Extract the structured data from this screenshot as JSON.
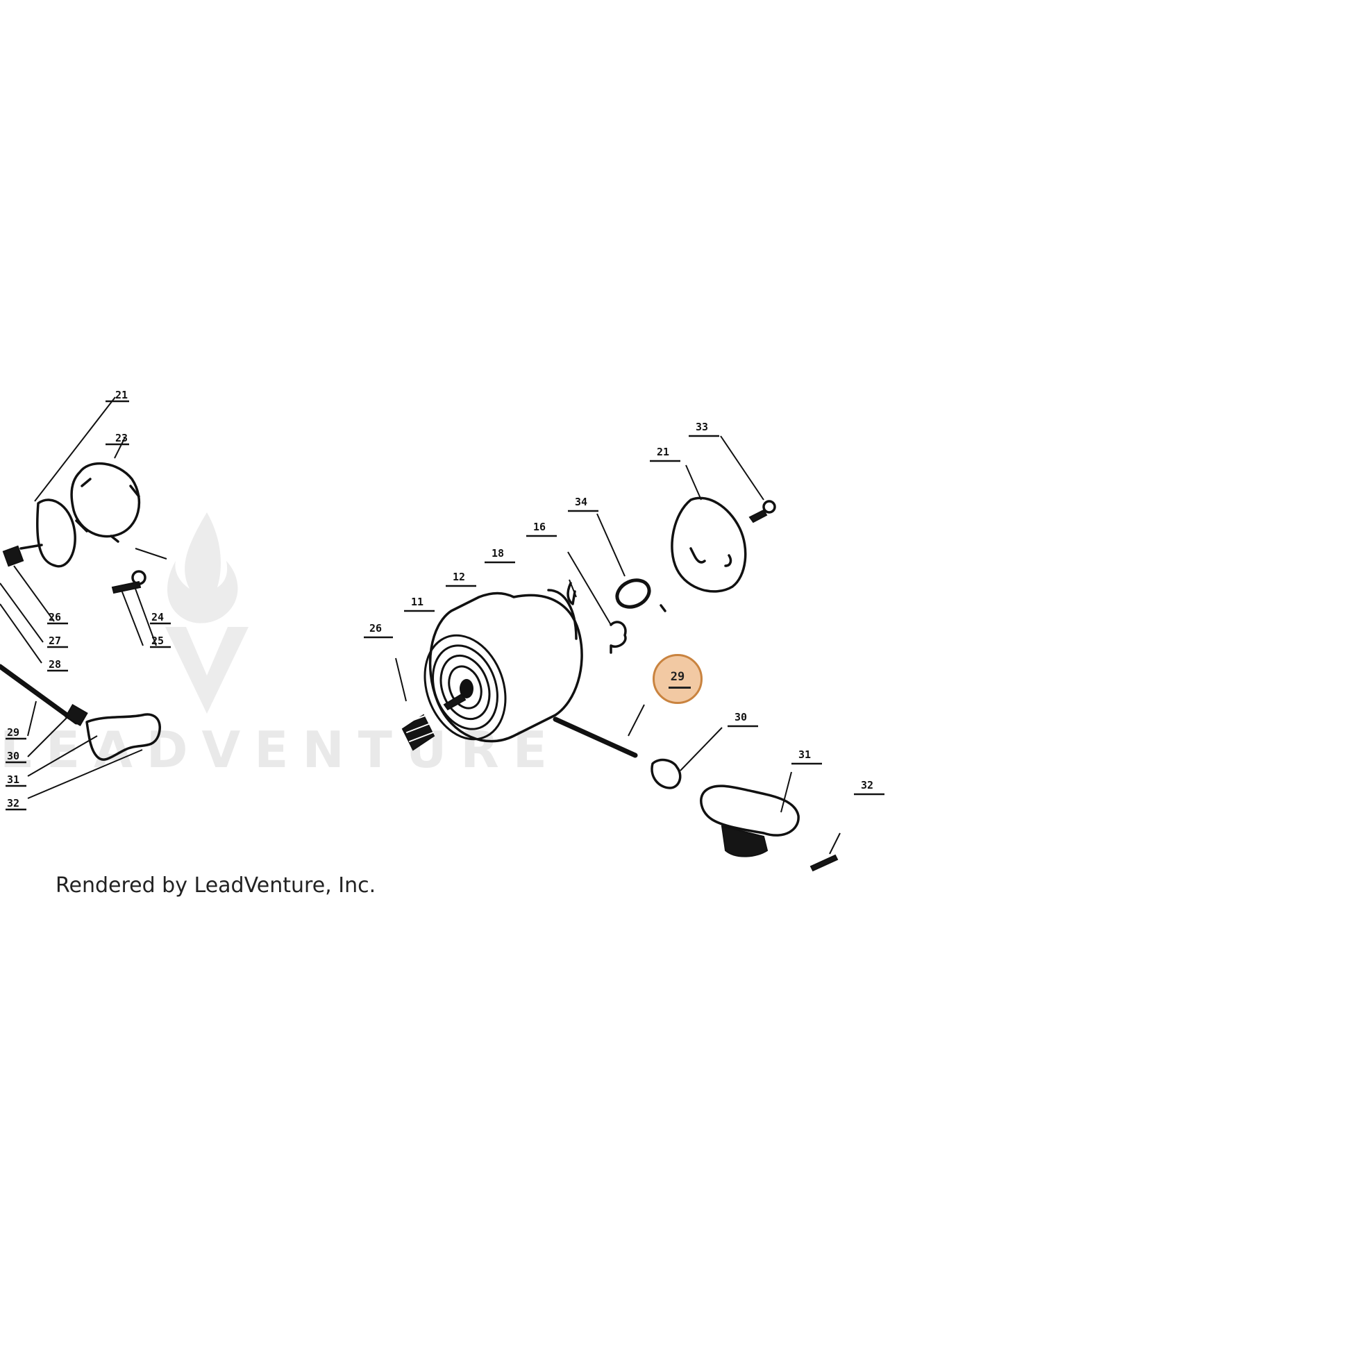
{
  "credit": "Rendered by LeadVenture, Inc.",
  "watermark": "LEADVENTURE",
  "highlight": {
    "callout": "29",
    "color": "#f2c9a3",
    "border_color": "#c9833f"
  },
  "callouts": [
    {
      "id": "left-21",
      "label": "21"
    },
    {
      "id": "left-23",
      "label": "23"
    },
    {
      "id": "left-24",
      "label": "24"
    },
    {
      "id": "left-25",
      "label": "25"
    },
    {
      "id": "left-26",
      "label": "26"
    },
    {
      "id": "left-27",
      "label": "27"
    },
    {
      "id": "left-28",
      "label": "28"
    },
    {
      "id": "left-29",
      "label": "29"
    },
    {
      "id": "left-30",
      "label": "30"
    },
    {
      "id": "left-31",
      "label": "31"
    },
    {
      "id": "left-32",
      "label": "32"
    },
    {
      "id": "main-26",
      "label": "26"
    },
    {
      "id": "main-11",
      "label": "11"
    },
    {
      "id": "main-12",
      "label": "12"
    },
    {
      "id": "main-18",
      "label": "18"
    },
    {
      "id": "main-16",
      "label": "16"
    },
    {
      "id": "main-34",
      "label": "34"
    },
    {
      "id": "main-21",
      "label": "21"
    },
    {
      "id": "main-33",
      "label": "33"
    },
    {
      "id": "main-30",
      "label": "30"
    },
    {
      "id": "main-31",
      "label": "31"
    },
    {
      "id": "main-32",
      "label": "32"
    }
  ]
}
